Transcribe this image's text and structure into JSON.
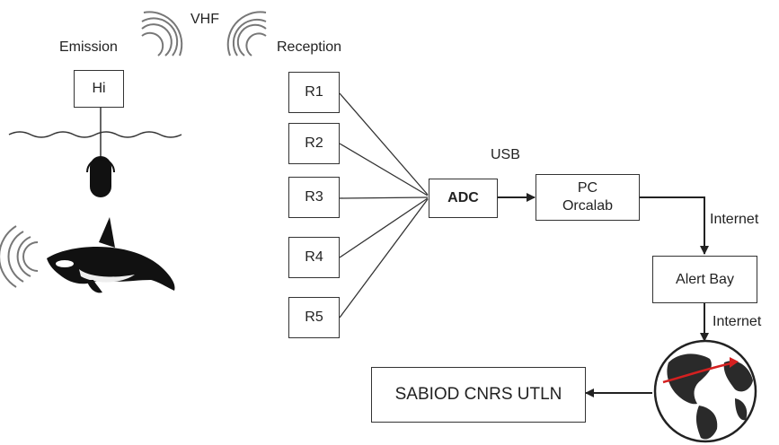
{
  "labels": {
    "emission": "Emission",
    "vhf": "VHF",
    "reception": "Reception",
    "usb": "USB",
    "internet_1": "Internet",
    "internet_2": "Internet"
  },
  "nodes": {
    "hydrophone_station": "Hi",
    "receivers": [
      "R1",
      "R2",
      "R3",
      "R4",
      "R5"
    ],
    "adc": "ADC",
    "pc_line1": "PC",
    "pc_line2": "Orcalab",
    "alert_bay": "Alert Bay",
    "sabiod": "SABIOD CNRS UTLN"
  },
  "icons": [
    "radio-wave-icon",
    "hydrophone-icon",
    "orca-icon",
    "globe-icon"
  ],
  "colors": {
    "globe_route": "#d42020",
    "line": "#333333"
  }
}
